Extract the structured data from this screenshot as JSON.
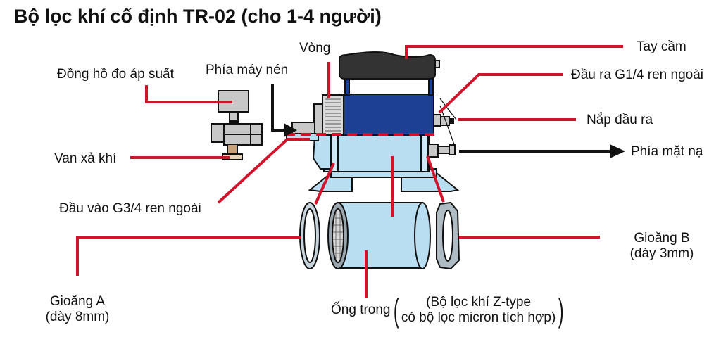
{
  "title": "Bộ lọc khí cố định TR-02 (cho 1-4 người)",
  "colors": {
    "leader_line": "#d0142c",
    "arrow": "#111111",
    "body_dark_blue": "#1d3f94",
    "body_light_blue": "#b9def2",
    "handle": "#333333",
    "metal_gray": "#c8c8c8"
  },
  "labels": {
    "vong": "Vòng",
    "dong_ho": "Đồng hồ đo áp suất",
    "phia_may_nen": "Phía máy nén",
    "van_xa_khi": "Van xả khí",
    "dau_vao": "Đầu vào G3/4 ren ngoài",
    "tay_cam": "Tay cầm",
    "dau_ra": "Đầu ra G1/4 ren ngoài",
    "nap_dau_ra": "Nắp đầu ra",
    "phia_mat_na": "Phía mặt nạ",
    "gioang_a": "Gioăng A",
    "gioang_a_note": "(dày 8mm)",
    "gioang_b": "Gioăng B",
    "gioang_b_note": "(dày 3mm)",
    "ong_trong": "Ống trong",
    "ong_trong_note_1": "(Bộ lọc khí Z-type",
    "ong_trong_note_2": "có bộ lọc micron tích hợp)"
  }
}
